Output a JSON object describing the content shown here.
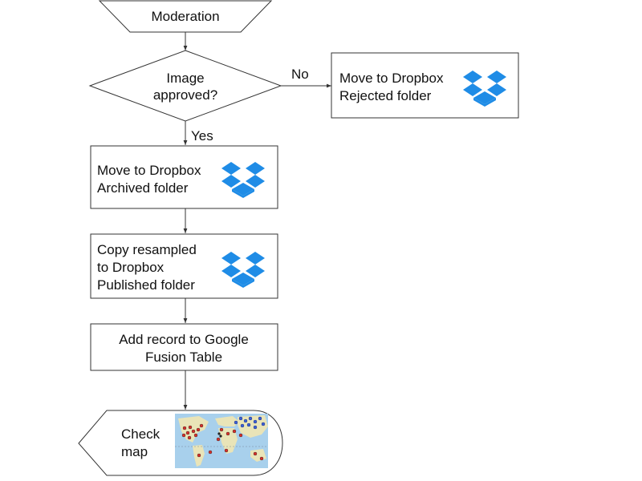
{
  "nodes": {
    "moderation": {
      "label": "Moderation"
    },
    "decision": {
      "line1": "Image",
      "line2": "approved?"
    },
    "rejected": {
      "line1": "Move to Dropbox",
      "line2": "Rejected folder",
      "icon": "dropbox-icon"
    },
    "archived": {
      "line1": "Move to Dropbox",
      "line2": "Archived folder",
      "icon": "dropbox-icon"
    },
    "published": {
      "line1": "Copy resampled",
      "line2": "to Dropbox",
      "line3": "Published folder",
      "icon": "dropbox-icon"
    },
    "fusion": {
      "line1": "Add record to Google",
      "line2": "Fusion Table"
    },
    "checkmap": {
      "line1": "Check",
      "line2": "map",
      "icon": "world-map-thumbnail"
    }
  },
  "edges": {
    "no_label": "No",
    "yes_label": "Yes"
  },
  "colors": {
    "stroke": "#333333",
    "dropbox": "#1f8ce6",
    "map_land": "#e9e4b8",
    "map_water": "#a8d0ec",
    "map_marker_red": "#d9302a",
    "map_marker_blue": "#3c5fd6"
  }
}
